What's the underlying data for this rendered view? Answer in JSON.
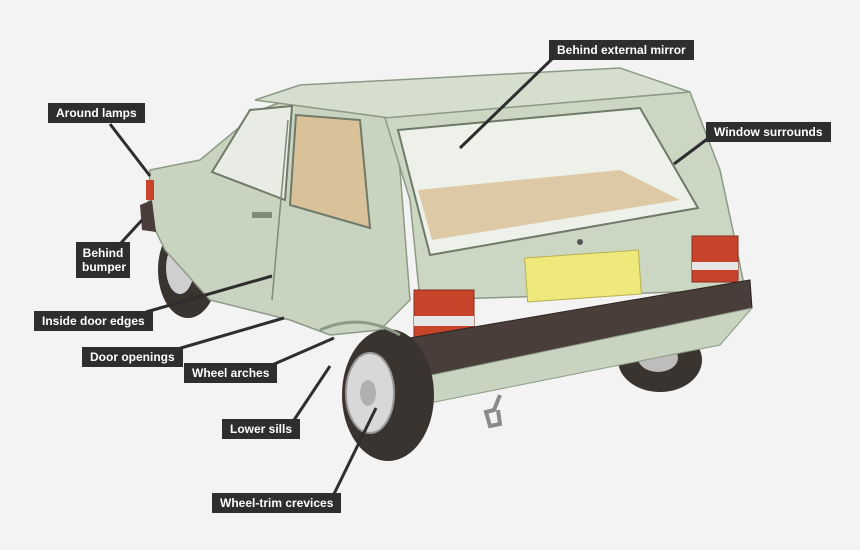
{
  "labels": {
    "around_lamps": "Around lamps",
    "behind_bumper_line1": "Behind",
    "behind_bumper_line2": "bumper",
    "inside_door_edges": "Inside door edges",
    "door_openings": "Door openings",
    "wheel_arches": "Wheel arches",
    "lower_sills": "Lower sills",
    "wheel_trim_crevices": "Wheel-trim crevices",
    "behind_external_mirror": "Behind external mirror",
    "window_surrounds": "Window surrounds"
  },
  "colors": {
    "background": "#f3f3f3",
    "body_paint": "#c9d4c0",
    "label_bg": "#2e2e2e",
    "label_text": "#ffffff",
    "leader_line": "#2e2e2e",
    "bumper": "#4a3e3b",
    "tail_lamp": "#c8442b",
    "number_plate": "#efe87a",
    "interior": "#d9c29a",
    "tyre": "#3a3430"
  }
}
